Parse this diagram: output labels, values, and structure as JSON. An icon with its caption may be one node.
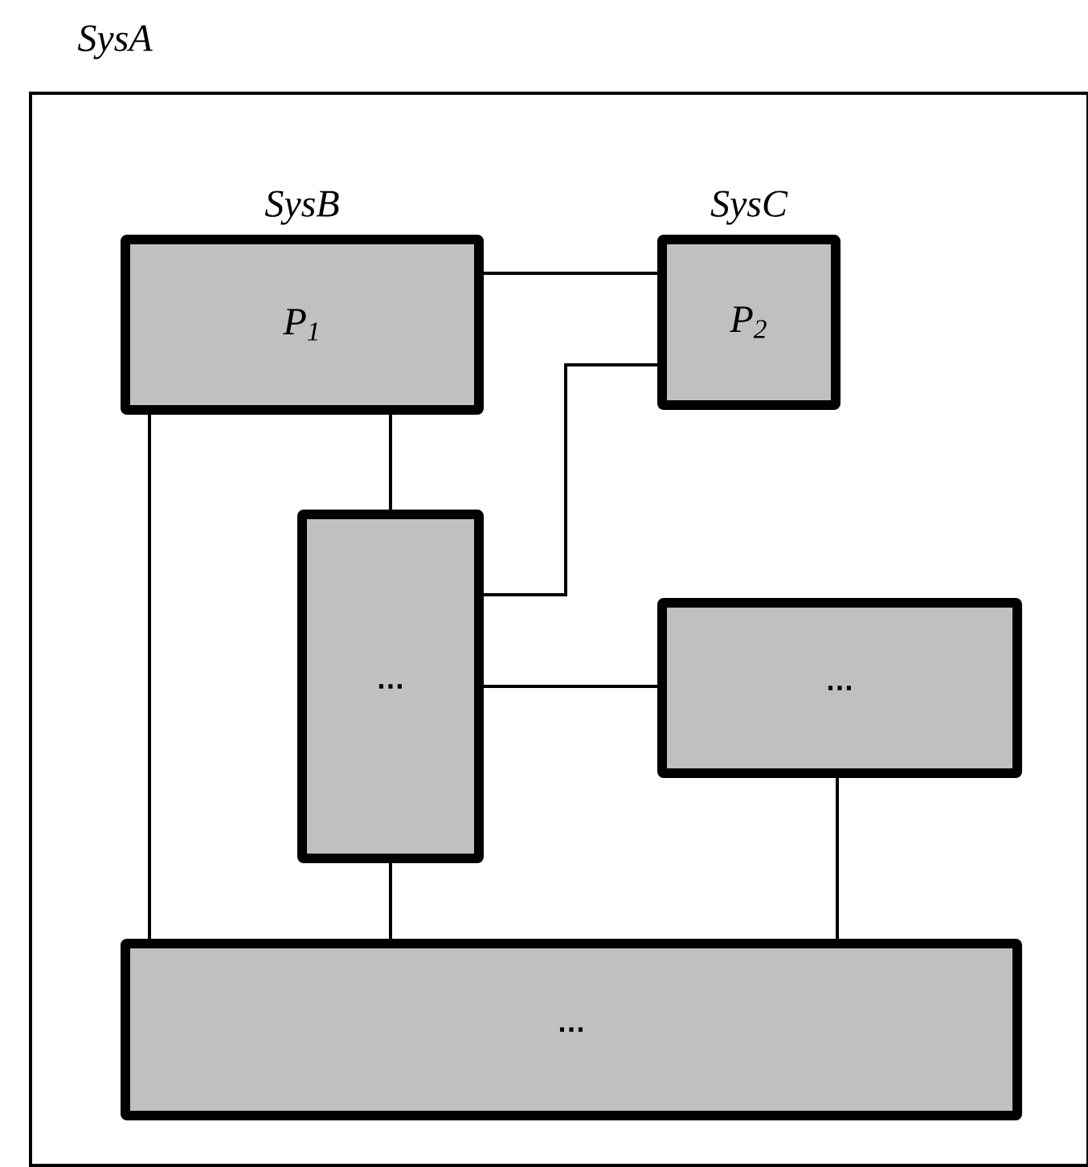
{
  "diagram": {
    "nodes": [
      {
        "text": [
          "SysA"
        ]
      },
      {
        "text": [
          "SysB",
          "P$_{1}$"
        ],
        "in": 0
      },
      {
        "text": [
          "SysC",
          "P$_{2}$"
        ],
        "in": 0
      },
      {
        "text": [
          "…"
        ],
        "in": 0
      },
      {
        "text": [
          "…"
        ],
        "in": 0
      },
      {
        "text": [
          "…"
        ],
        "in": 0
      }
    ],
    "edges": [
      {
        "from": 1,
        "to": 2,
        "arrow": "none"
      },
      {
        "from": 2,
        "to": 3,
        "arrow": "none"
      },
      {
        "from": 1,
        "to": 3,
        "arrow": "none"
      },
      {
        "from": 3,
        "to": 4,
        "arrow": "none"
      },
      {
        "from": 1,
        "to": 5,
        "arrow": "none"
      },
      {
        "from": 3,
        "to": 5,
        "arrow": "none"
      },
      {
        "from": 4,
        "to": 5,
        "arrow": "none"
      }
    ]
  }
}
